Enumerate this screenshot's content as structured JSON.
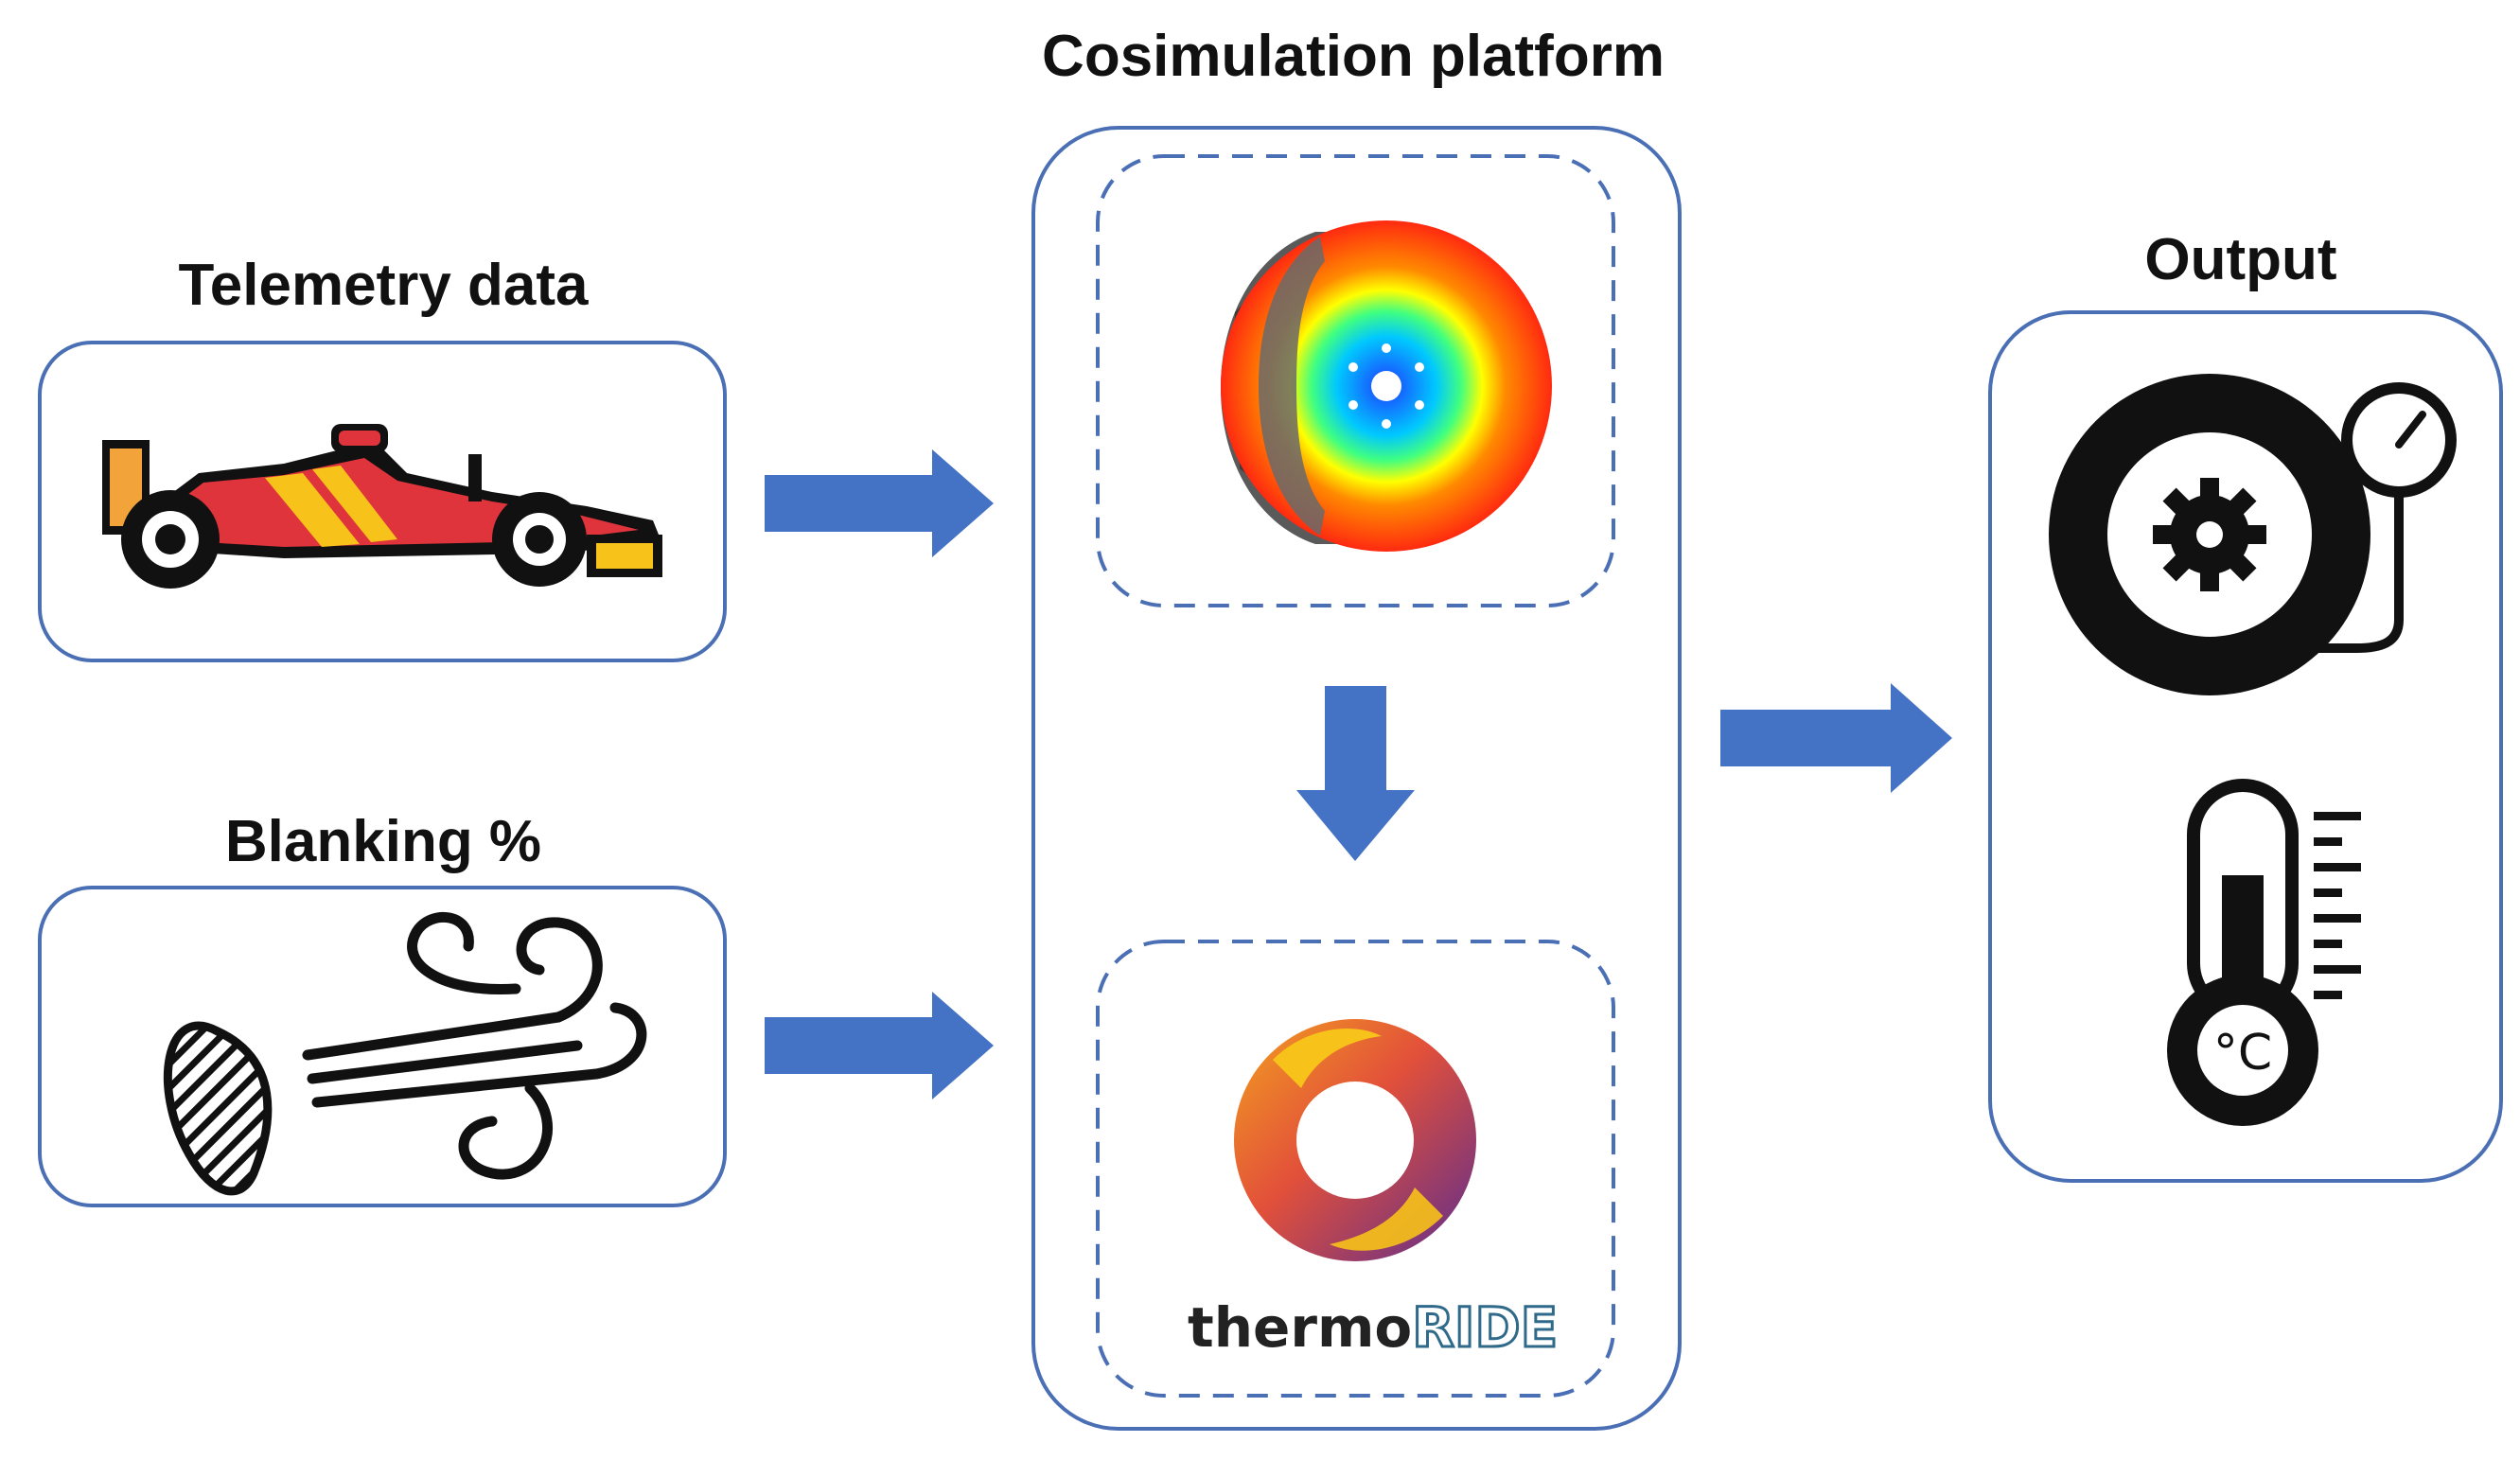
{
  "labels": {
    "telemetry": "Telemetry data",
    "blanking": "Blanking %",
    "cosimulation": "Cosimulation platform",
    "output": "Output"
  },
  "logo": {
    "prefix": "thermo",
    "suffix": "RIDE"
  },
  "icons": {
    "telemetry": "race-car-icon",
    "blanking": "airflow-icon",
    "simulation": "brake-disc-thermal-icon",
    "software": "thermoride-logo",
    "output_pressure": "tire-pressure-gauge-icon",
    "output_temperature": "thermometer-celsius-icon"
  },
  "colors": {
    "box_border": "#4a6fb5",
    "arrow": "#4472c4",
    "text": "#111111"
  }
}
